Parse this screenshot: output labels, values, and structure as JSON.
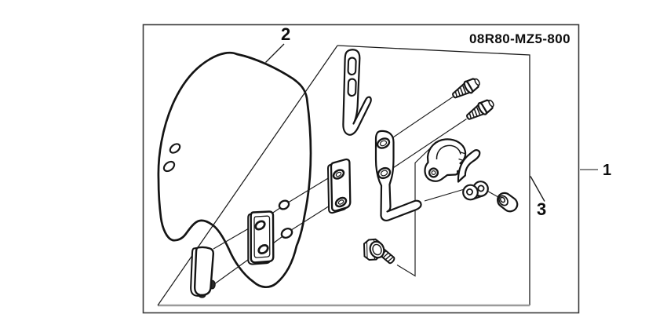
{
  "diagram": {
    "part_number": "08R80-MZ5-800",
    "callouts": {
      "c1": "1",
      "c2": "2",
      "c3": "3"
    },
    "colors": {
      "background": "#ffffff",
      "line": "#161616",
      "frame_border": "#3c3c3c",
      "box_shadow_gray": "#9b9b9b",
      "leader_gray": "#777777"
    }
  }
}
